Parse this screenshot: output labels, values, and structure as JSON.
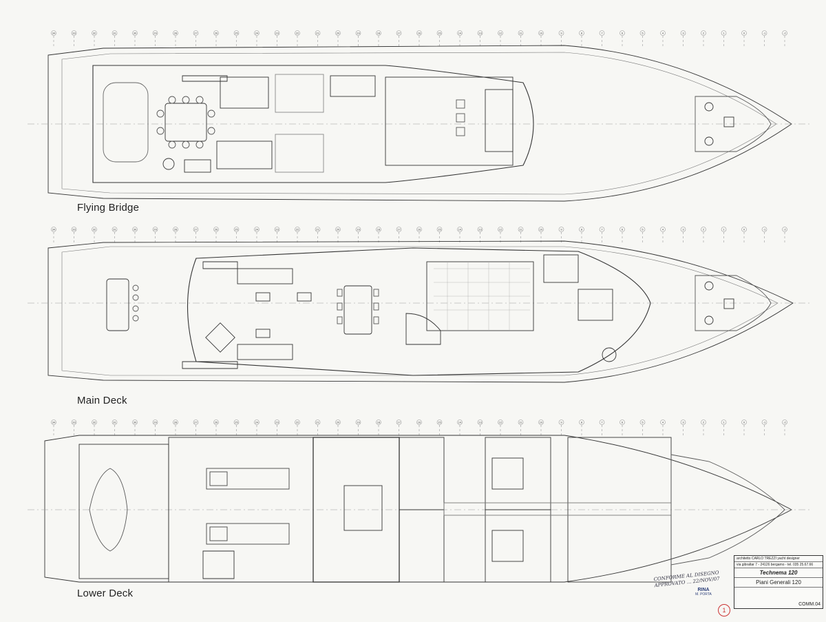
{
  "decks": [
    {
      "label": "Flying Bridge"
    },
    {
      "label": "Main Deck"
    },
    {
      "label": "Lower Deck"
    }
  ],
  "frame_numbers": [
    "34",
    "33",
    "32",
    "31",
    "30",
    "29",
    "28",
    "27",
    "26",
    "25",
    "24",
    "23",
    "22",
    "21",
    "20",
    "19",
    "18",
    "17",
    "16",
    "15",
    "14",
    "13",
    "12",
    "11",
    "10",
    "9",
    "8",
    "7",
    "6",
    "5",
    "4",
    "3",
    "2",
    "1",
    "0",
    "-1",
    "-2"
  ],
  "title_block": {
    "architect": "architetto CARLO TREZZI yacht designer",
    "address": "via gibraltar 7 - 24126 bergamo - tel. 035 25.67.66",
    "model": "Technema 120",
    "sheet_title": "Piani Generali 120",
    "code": "COMM.04"
  },
  "handwritten_note": "CONFORME AL DISEGNO APPROVATO ... 22/NOV/07",
  "stamp": {
    "name": "RINA",
    "place": "M. PORTA"
  },
  "circled_mark": "1"
}
